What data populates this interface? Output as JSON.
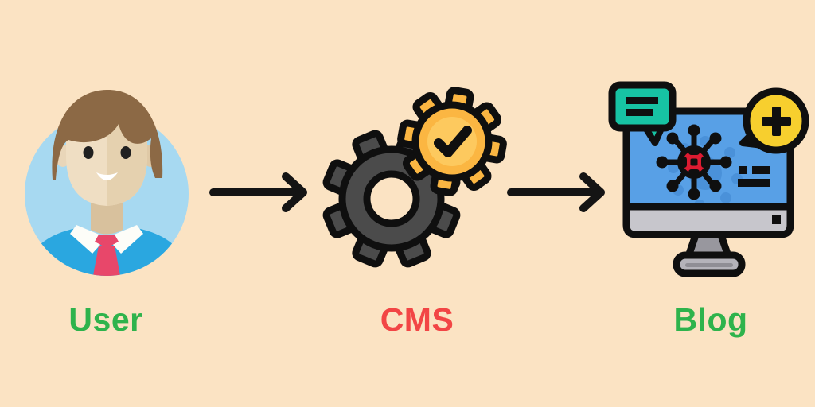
{
  "diagram": {
    "type": "flow",
    "background_color": "#fbe3c3",
    "nodes": [
      {
        "id": "user",
        "label": "User",
        "label_color": "#2eb34c",
        "icon": "user-avatar-icon",
        "icon_colors": {
          "circle": "#a7d9f1",
          "jacket": "#2aa7e0",
          "tie": "#e8476a",
          "hair": "#8c6945",
          "skin": "#efdec3"
        }
      },
      {
        "id": "cms",
        "label": "CMS",
        "label_color": "#f24545",
        "icon": "gears-settings-icon",
        "icon_colors": {
          "dark_gear": "#4b4b4b",
          "yellow_gear": "#fbb642",
          "outline": "#0f0f0f"
        }
      },
      {
        "id": "blog",
        "label": "Blog",
        "label_color": "#2eb34c",
        "icon": "blog-monitor-icon",
        "icon_colors": {
          "screen": "#58a0e6",
          "virus_center": "#dc1b31",
          "comment_bubble": "#17c3a3",
          "plus_bubble": "#f7cf2e",
          "bezel": "#c7c6cc"
        }
      }
    ],
    "edges": [
      {
        "from": "user",
        "to": "cms",
        "style": "arrow-right",
        "color": "#141414"
      },
      {
        "from": "cms",
        "to": "blog",
        "style": "arrow-right",
        "color": "#141414"
      }
    ]
  }
}
